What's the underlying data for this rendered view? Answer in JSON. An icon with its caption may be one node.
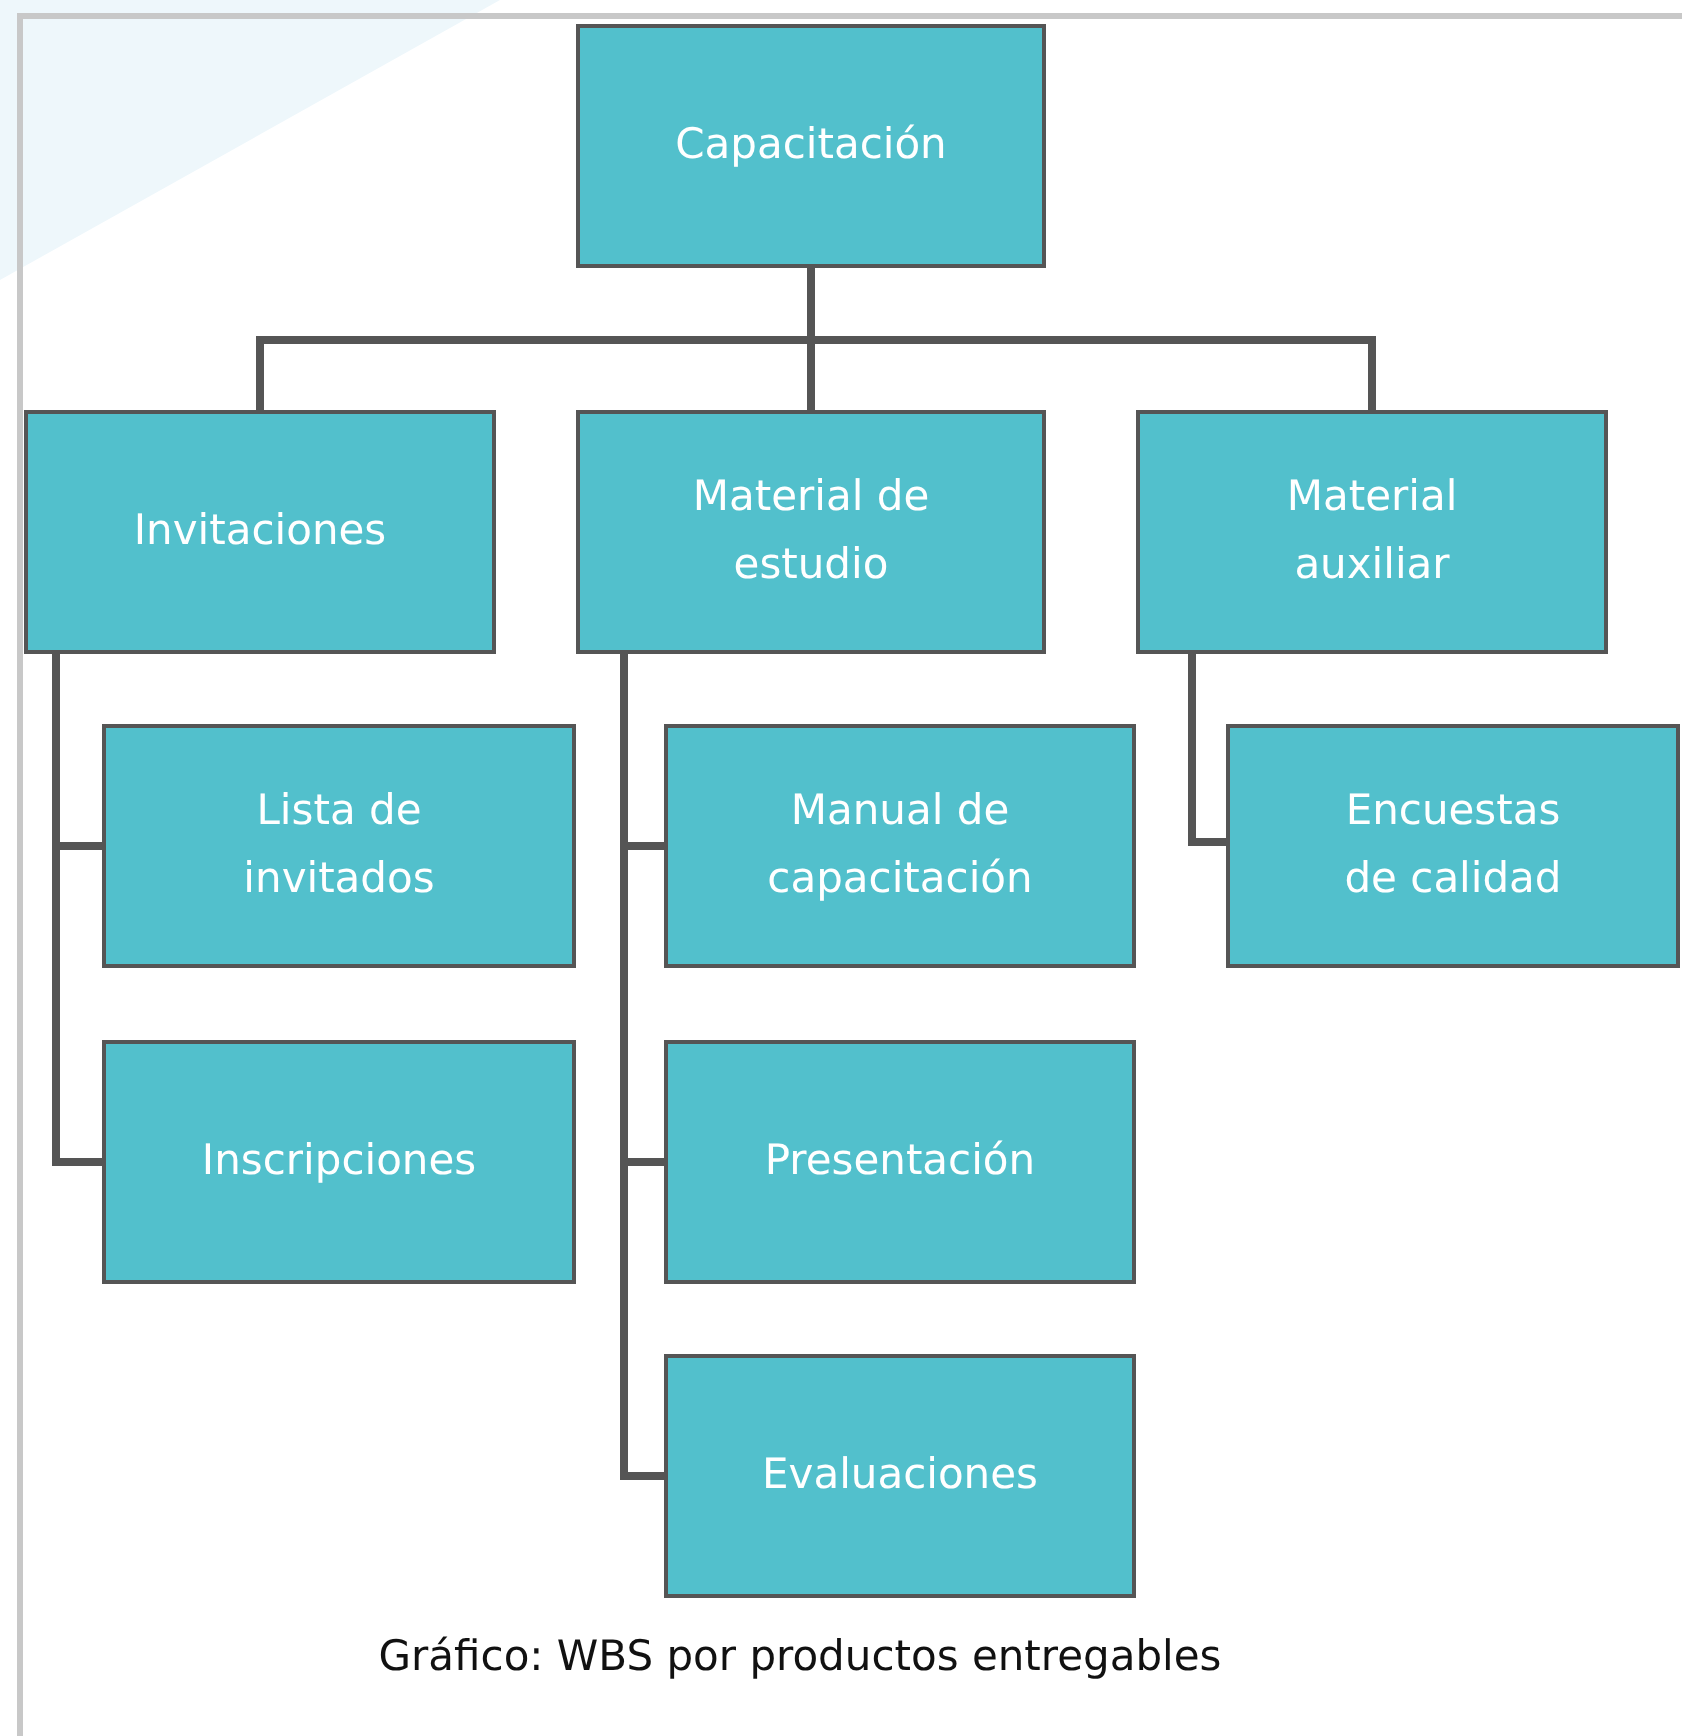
{
  "diagram": {
    "caption": "Gráfico: WBS por productos entregables",
    "nodes": [
      {
        "text": [
          "Capacitación"
        ]
      },
      {
        "text": [
          "Invitaciones"
        ]
      },
      {
        "text": [
          "Material de estudio"
        ]
      },
      {
        "text": [
          "Material auxiliar"
        ]
      },
      {
        "text": [
          "Lista de invitados"
        ]
      },
      {
        "text": [
          "Inscripciones"
        ]
      },
      {
        "text": [
          "Manual de capacitación"
        ]
      },
      {
        "text": [
          "Presentación"
        ]
      },
      {
        "text": [
          "Evaluaciones"
        ]
      },
      {
        "text": [
          "Encuestas de calidad"
        ]
      }
    ],
    "edges": [
      {
        "from": 0,
        "to": 1,
        "arrow": "none"
      },
      {
        "from": 0,
        "to": 2,
        "arrow": "none"
      },
      {
        "from": 0,
        "to": 3,
        "arrow": "none"
      },
      {
        "from": 1,
        "to": 4,
        "arrow": "none"
      },
      {
        "from": 1,
        "to": 5,
        "arrow": "none"
      },
      {
        "from": 2,
        "to": 6,
        "arrow": "none"
      },
      {
        "from": 2,
        "to": 7,
        "arrow": "none"
      },
      {
        "from": 2,
        "to": 8,
        "arrow": "none"
      },
      {
        "from": 3,
        "to": 9,
        "arrow": "none"
      }
    ]
  }
}
